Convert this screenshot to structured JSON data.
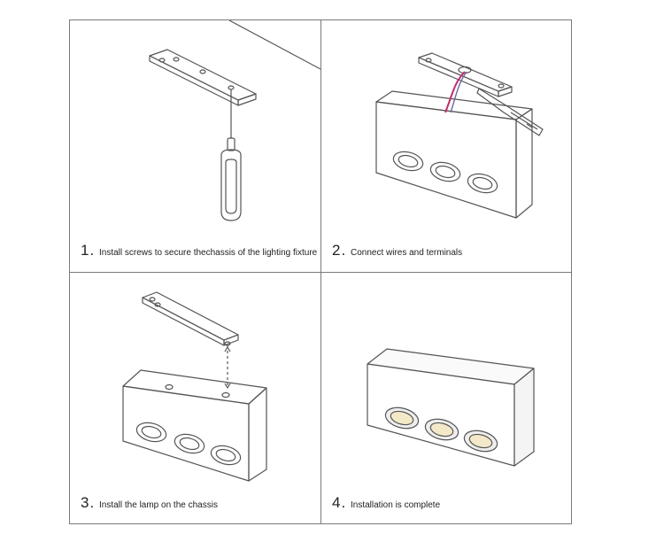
{
  "steps": [
    {
      "number": "1",
      "separator": ".",
      "text": "Install screws to secure thechassis of the lighting fixture"
    },
    {
      "number": "2",
      "separator": ".",
      "text": "Connect wires and terminals"
    },
    {
      "number": "3",
      "separator": ".",
      "text": "Install the lamp on the chassis"
    },
    {
      "number": "4",
      "separator": ".",
      "text": "Installation is complete"
    }
  ],
  "colors": {
    "line": "#555555",
    "border": "#7a7a7a",
    "wire": "#c0306a",
    "led_glow": "#f3e9c8"
  }
}
